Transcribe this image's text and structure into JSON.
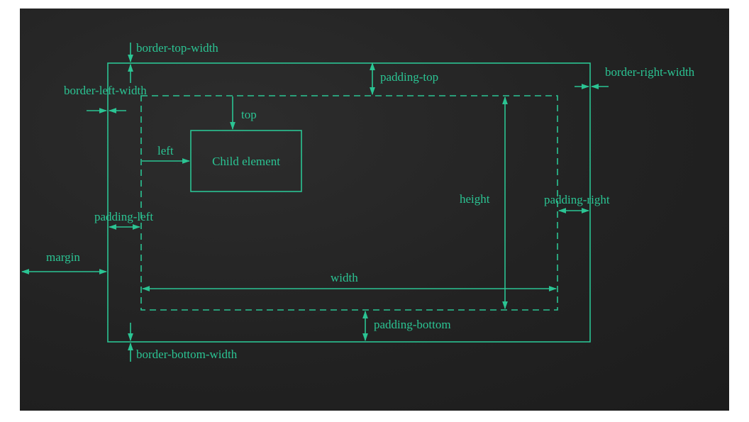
{
  "colors": {
    "line": "#2bc493",
    "background": "#242424"
  },
  "labels": {
    "border_top_width": "border-top-width",
    "padding_top": "padding-top",
    "border_right_width": "border-right-width",
    "border_left_width": "border-left-width",
    "top": "top",
    "left": "left",
    "child_element": "Child element",
    "height": "height",
    "padding_right": "padding-right",
    "padding_left": "padding-left",
    "margin": "margin",
    "width": "width",
    "padding_bottom": "padding-bottom",
    "border_bottom_width": "border-bottom-width"
  }
}
